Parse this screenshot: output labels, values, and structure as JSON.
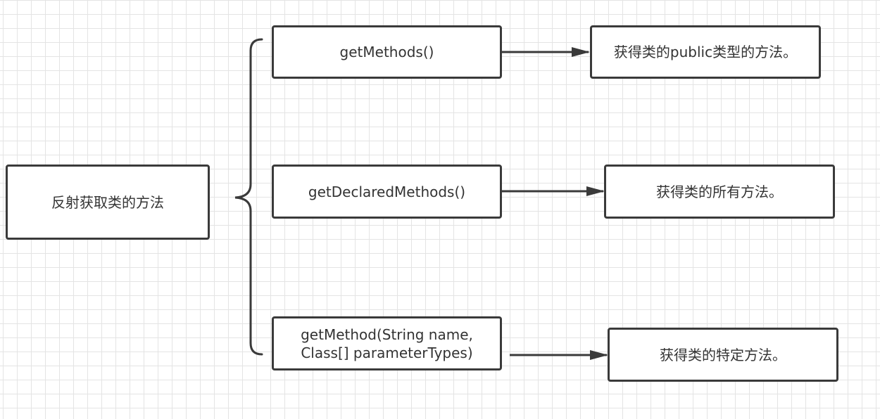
{
  "diagram": {
    "root": {
      "label": "反射获取类的方法"
    },
    "methods": [
      {
        "lines": [
          "getMethods()"
        ]
      },
      {
        "lines": [
          "getDeclaredMethods()"
        ]
      },
      {
        "lines": [
          "getMethod(String name,",
          "Class[] parameterTypes)"
        ]
      }
    ],
    "descriptions": [
      {
        "label": "获得类的public类型的方法。"
      },
      {
        "label": "获得类的所有方法。"
      },
      {
        "label": "获得类的特定方法。"
      }
    ]
  },
  "colors": {
    "stroke": "#3a3a3a",
    "text": "#333333",
    "grid": "#e4e4e4",
    "background": "#ffffff"
  }
}
